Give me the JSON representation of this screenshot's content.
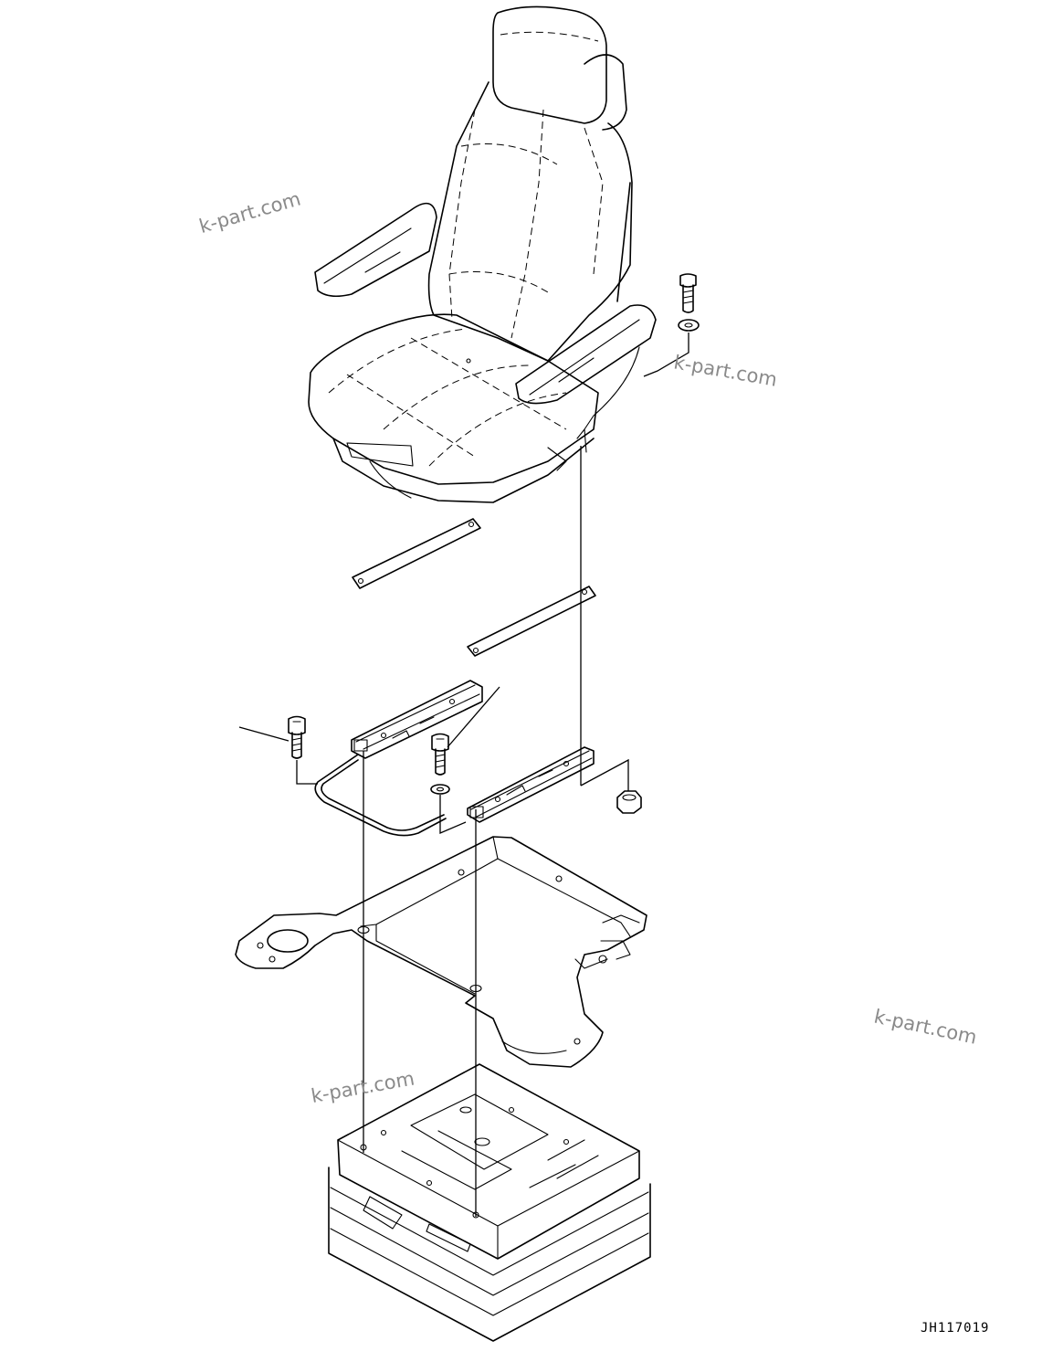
{
  "watermarks": [
    "k-part.com",
    "k-part.com",
    "k-part.com",
    "k-part.com"
  ],
  "drawing_code": "JH117019"
}
